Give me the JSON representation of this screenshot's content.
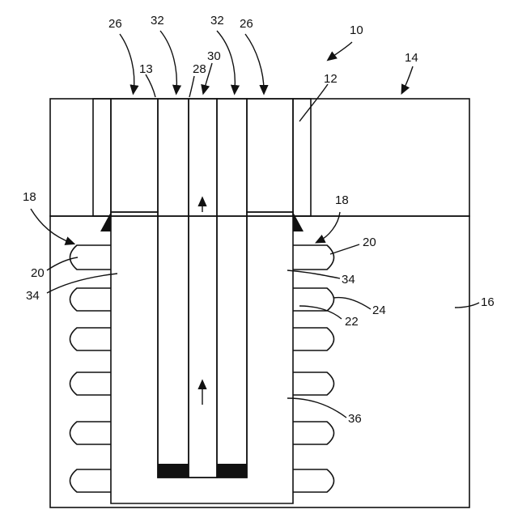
{
  "diagram": {
    "reference_numerals": {
      "assembly": "10",
      "outer_sleeve": "12",
      "inner_bore": "13",
      "upper_layer": "14",
      "lower_region": "16",
      "fins_left": "18",
      "fins_right": "18",
      "fin_left": "20",
      "fin_right": "20",
      "fin_gap": "22",
      "fin_lower_right": "24",
      "column_left": "26",
      "column_right": "26",
      "channel_left": "28",
      "channel_right": "30",
      "strip_left": "32",
      "strip_right": "32",
      "body_left": "34",
      "body_right": "34",
      "body_lower": "36"
    },
    "flow_arrows": [
      "upward",
      "upward"
    ],
    "colors": {
      "line": "#111111",
      "stipple": "#8a8a8a",
      "crosshatch": "#9a9a9a",
      "solid": "#111111",
      "background": "#ffffff"
    }
  }
}
